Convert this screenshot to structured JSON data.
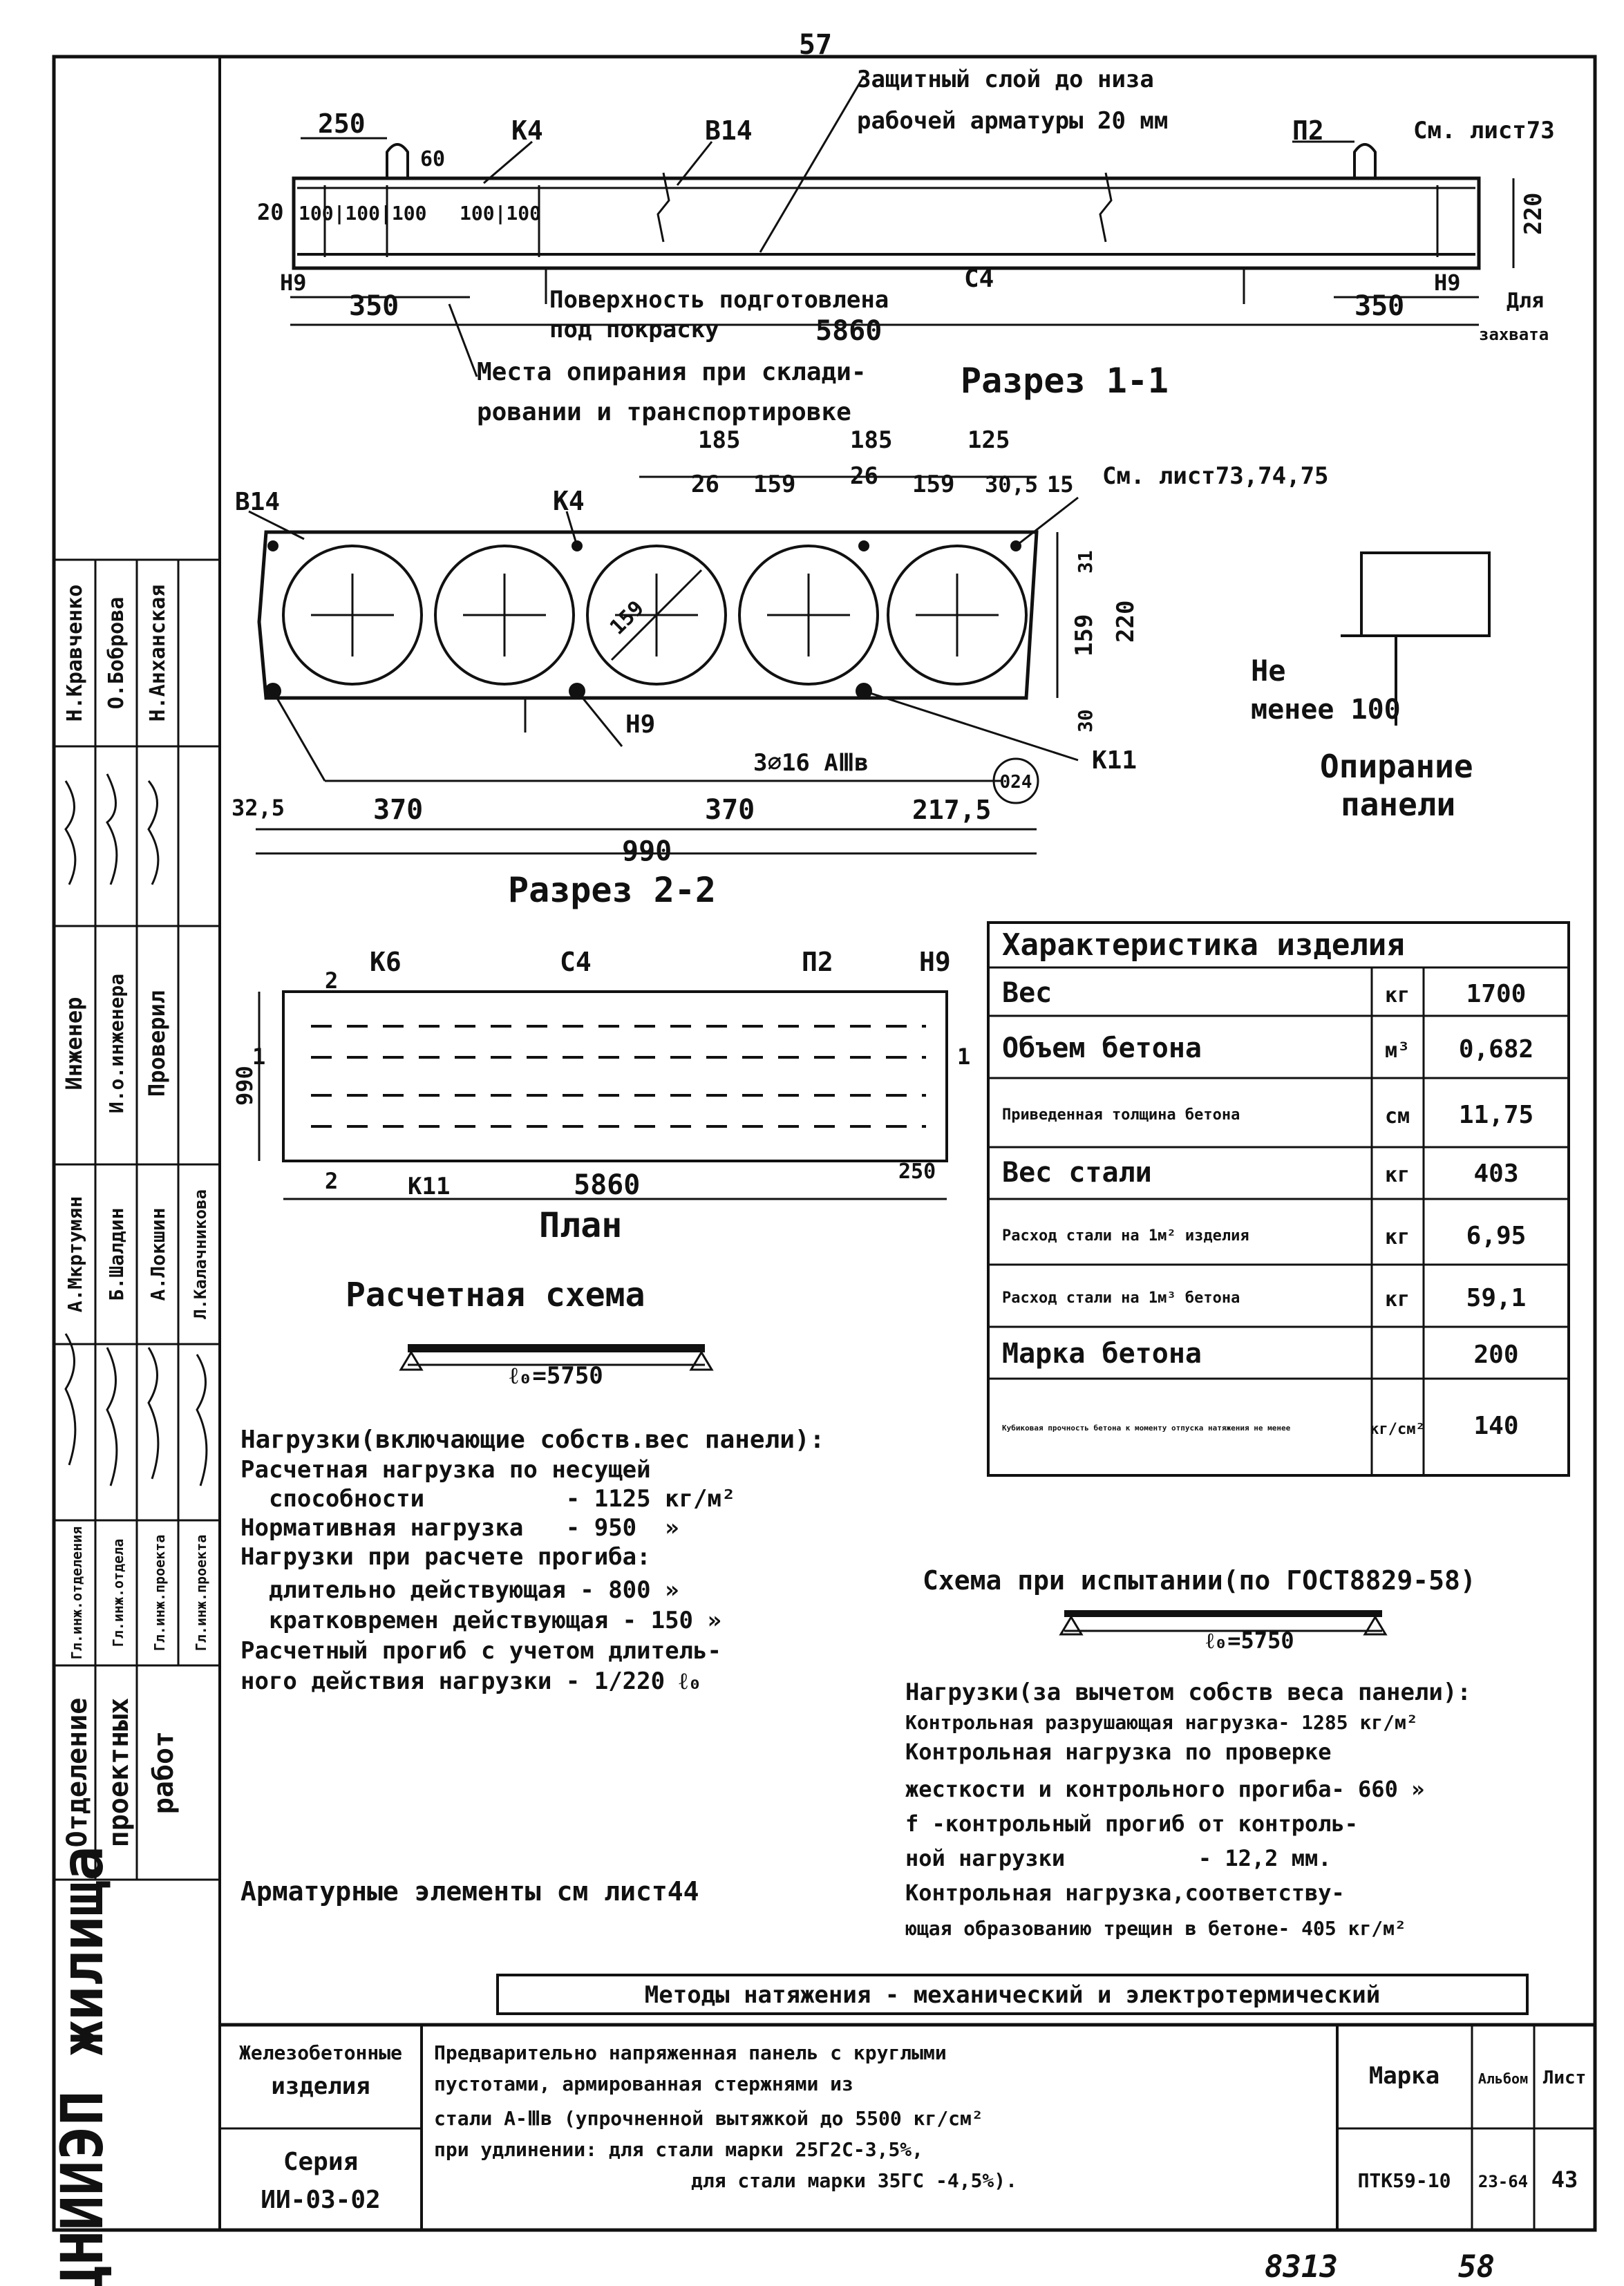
{
  "page_number": "57",
  "footer": {
    "left": "8313",
    "right": "58"
  },
  "section1": {
    "title": "Разрез 1-1",
    "top_note_1": "Защитный слой до низа",
    "top_note_2": "рабочей арматуры 20 мм",
    "dims": {
      "d250": "250",
      "d60": "60",
      "k4": "К4",
      "v14": "В14",
      "p2": "П2",
      "see73": "См. лист73",
      "d20": "20",
      "d100a": "100|100|100",
      "d100b": "100|100",
      "d220": "220",
      "n9a": "Н9",
      "n9b": "Н9",
      "d350a": "350",
      "d350b": "350",
      "d5860": "5860",
      "c4": "С4",
      "grip1": "Для",
      "grip2": "захвата"
    },
    "surface_1": "Поверхность подготовлена",
    "surface_2": "под покраску",
    "support_1": "Места опирания при склади-",
    "support_2": "ровании и транспортировке"
  },
  "section2": {
    "title": "Разрез 2-2",
    "dims": {
      "v14": "В14",
      "k4": "К4",
      "d185a": "185",
      "d185b": "185",
      "d125": "125",
      "d26a": "26",
      "d159a": "159",
      "d26b": "26",
      "d159b": "159",
      "d305": "30,5",
      "d15": "15",
      "see": "См. лист73,74,75",
      "d31": "31",
      "d159c": "159",
      "d220": "220",
      "d30": "30",
      "dia": "159",
      "n9": "Н9",
      "rebar": "3∅16 АⅢв",
      "k11": "К11",
      "mark": "024",
      "d325": "32,5",
      "d370a": "370",
      "d370b": "370",
      "d2175": "217,5",
      "d990": "990"
    }
  },
  "support": {
    "label1": "Не",
    "label2": "менее 100",
    "title1": "Опирание",
    "title2": "панели"
  },
  "plan": {
    "title": "План",
    "dims": {
      "k6": "К6",
      "c4": "С4",
      "p2": "П2",
      "n9": "Н9",
      "m2a": "2",
      "m2b": "2",
      "m1a": "1",
      "m1b": "1",
      "d990": "990",
      "k11": "К11",
      "d5860": "5860",
      "d250": "250"
    }
  },
  "characteristics": {
    "title": "Характеристика изделия",
    "rows": [
      {
        "name": "Вес",
        "unit": "кг",
        "value": "1700"
      },
      {
        "name": "Объем бетона",
        "unit": "м³",
        "value": "0,682"
      },
      {
        "name": "Приведенная толщина бетона",
        "unit": "см",
        "value": "11,75"
      },
      {
        "name": "Вес стали",
        "unit": "кг",
        "value": "403"
      },
      {
        "name": "Расход стали на 1м² изделия",
        "unit": "кг",
        "value": "6,95"
      },
      {
        "name": "Расход стали на 1м³ бетона",
        "unit": "кг",
        "value": "59,1"
      },
      {
        "name": "Марка бетона",
        "unit": "",
        "value": "200"
      },
      {
        "name": "Кубиковая прочность бетона к моменту отпуска натяжения не менее",
        "unit": "кг/см²",
        "value": "140"
      }
    ]
  },
  "calc_scheme": {
    "title": "Расчетная схема",
    "span": "ℓ₀=5750",
    "loads_title": "Нагрузки(включающие собств.вес панели):",
    "lines": [
      "Расчетная нагрузка по несущей",
      "  способности          - 1125 кг/м²",
      "Нормативная нагрузка   - 950  »",
      "Нагрузки при расчете прогиба:",
      "  длительно действующая - 800 »",
      "  кратковремен действующая - 150 »",
      "Расчетный прогиб с учетом длитель-",
      "ного действия нагрузки - 1/220 ℓ₀"
    ],
    "armature": "Арматурные элементы см лист44"
  },
  "test_scheme": {
    "title": "Схема при испытании(по ГОСТ8829-58)",
    "span": "ℓ₀=5750",
    "loads_title": "Нагрузки(за вычетом собств веса панели):",
    "lines": [
      "Контрольная разрушающая нагрузка- 1285 кг/м²",
      "Контрольная нагрузка по проверке",
      "жесткости и контрольного прогиба- 660 »",
      "f -контрольный прогиб от контроль-",
      "ной нагрузки          - 12,2 мм.",
      "Контрольная нагрузка,соответству-",
      "ющая образованию трещин в бетоне- 405 кг/м²"
    ]
  },
  "methods": "Методы натяжения - механический и электротермический",
  "title_block": {
    "org": "ЦНИИЭП жилища",
    "dept": [
      "Отделение",
      "проектных",
      "работ"
    ],
    "roles": [
      "Гл.инж.отделения",
      "Гл.инж.отдела",
      "Гл.инж.проекта",
      "Гл.инж.проекта"
    ],
    "names_col1": [
      "А.Мкртумян",
      "Б.Шалдин",
      "А.Локшин",
      "Л.Калачникова"
    ],
    "roles2": [
      "Инженер",
      "И.о.инженера",
      "Проверил"
    ],
    "names_col2": [
      "Н.Кравченко",
      "О.Боброва",
      "Н.Анханская"
    ],
    "category1": "Железобетонные",
    "category2": "изделия",
    "series1": "Серия",
    "series2": "ИИ-03-02",
    "description": [
      "Предварительно напряженная панель с круглыми",
      "пустотами, армированная стержнями из",
      "стали А-Ⅲв (упрочненной вытяжкой до 5500 кг/см²",
      "при удлинении: для стали марки 25Г2С-3,5%,",
      "для стали марки 35ГС -4,5%)."
    ],
    "headers": {
      "mark": "Марка",
      "album": "Альбом",
      "sheet": "Лист"
    },
    "values": {
      "mark": "ПТК59-10",
      "album": "23-64",
      "sheet": "43"
    }
  }
}
